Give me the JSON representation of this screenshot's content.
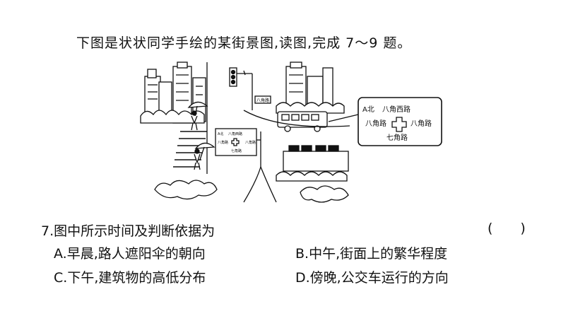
{
  "intro": "下图是状状同学手绘的某街景图,读图,完成 7～9 题。",
  "figure": {
    "sign_large": {
      "corner": "A北",
      "north": "八角西路",
      "west": "八角路",
      "east": "八角路",
      "south": "七角路"
    },
    "sign_small": {
      "corner": "A北",
      "north": "八角西路",
      "west": "八角路",
      "east": "八角路",
      "south": "七角路"
    },
    "street_sign": "八角路"
  },
  "question": {
    "number": "7.",
    "text": "图中所示时间及判断依据为",
    "bracket_open": "(",
    "bracket_close": ")",
    "options": [
      {
        "label": "A.",
        "text": "早晨,路人遮阳伞的朝向"
      },
      {
        "label": "B.",
        "text": "中午,街面上的繁华程度"
      },
      {
        "label": "C.",
        "text": "下午,建筑物的高低分布"
      },
      {
        "label": "D.",
        "text": "傍晚,公交车运行的方向"
      }
    ]
  }
}
